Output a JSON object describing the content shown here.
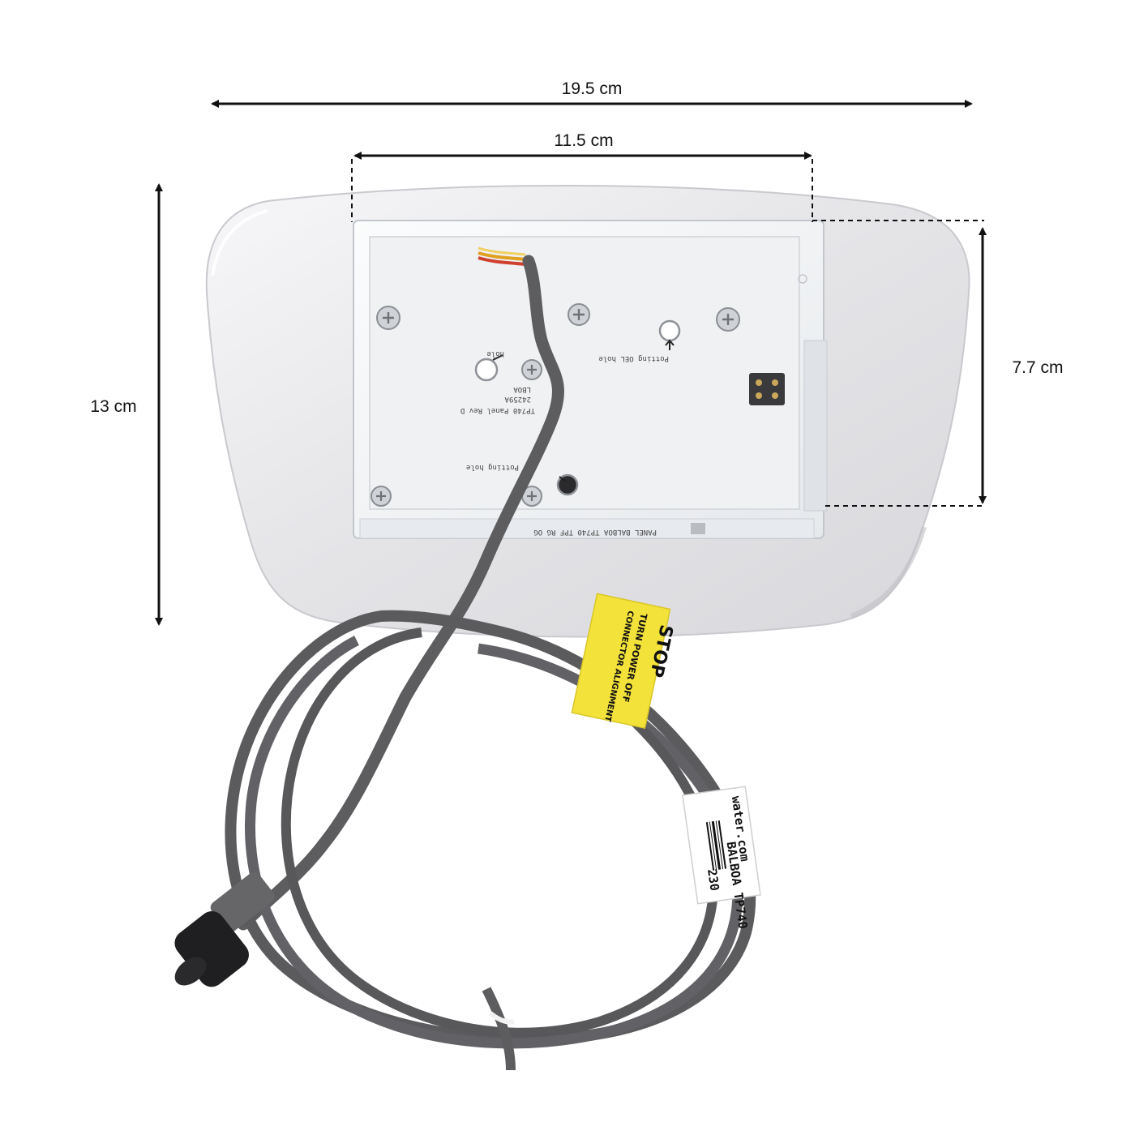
{
  "dimensions": {
    "outer_width": "19.5 cm",
    "inner_width": "11.5 cm",
    "outer_height": "13 cm",
    "inner_height": "7.7 cm"
  },
  "board_text": {
    "potting_hole_right": "Potting OEL hole",
    "model_line1": "LBOA",
    "model_line2": "24259A",
    "model_line3": "TP740 Panel Rev D",
    "potting_hole_bottom": "Potting hole",
    "hole_left": "hole",
    "serial_line": "PANEL BALBOA TP740 TPF RG OG"
  },
  "tape_text": {
    "line1": "STOP",
    "line2": "TURN POWER OFF",
    "line3": "CONNECTOR ALIGNMENT"
  },
  "cable_label": {
    "line1": "water.com",
    "line2": "BALBOA TP740",
    "line3": "230"
  },
  "colors": {
    "arrow": "#111111",
    "bezel": "#ececee",
    "tape": "#f3e23a",
    "cable": "#5d5d60"
  }
}
